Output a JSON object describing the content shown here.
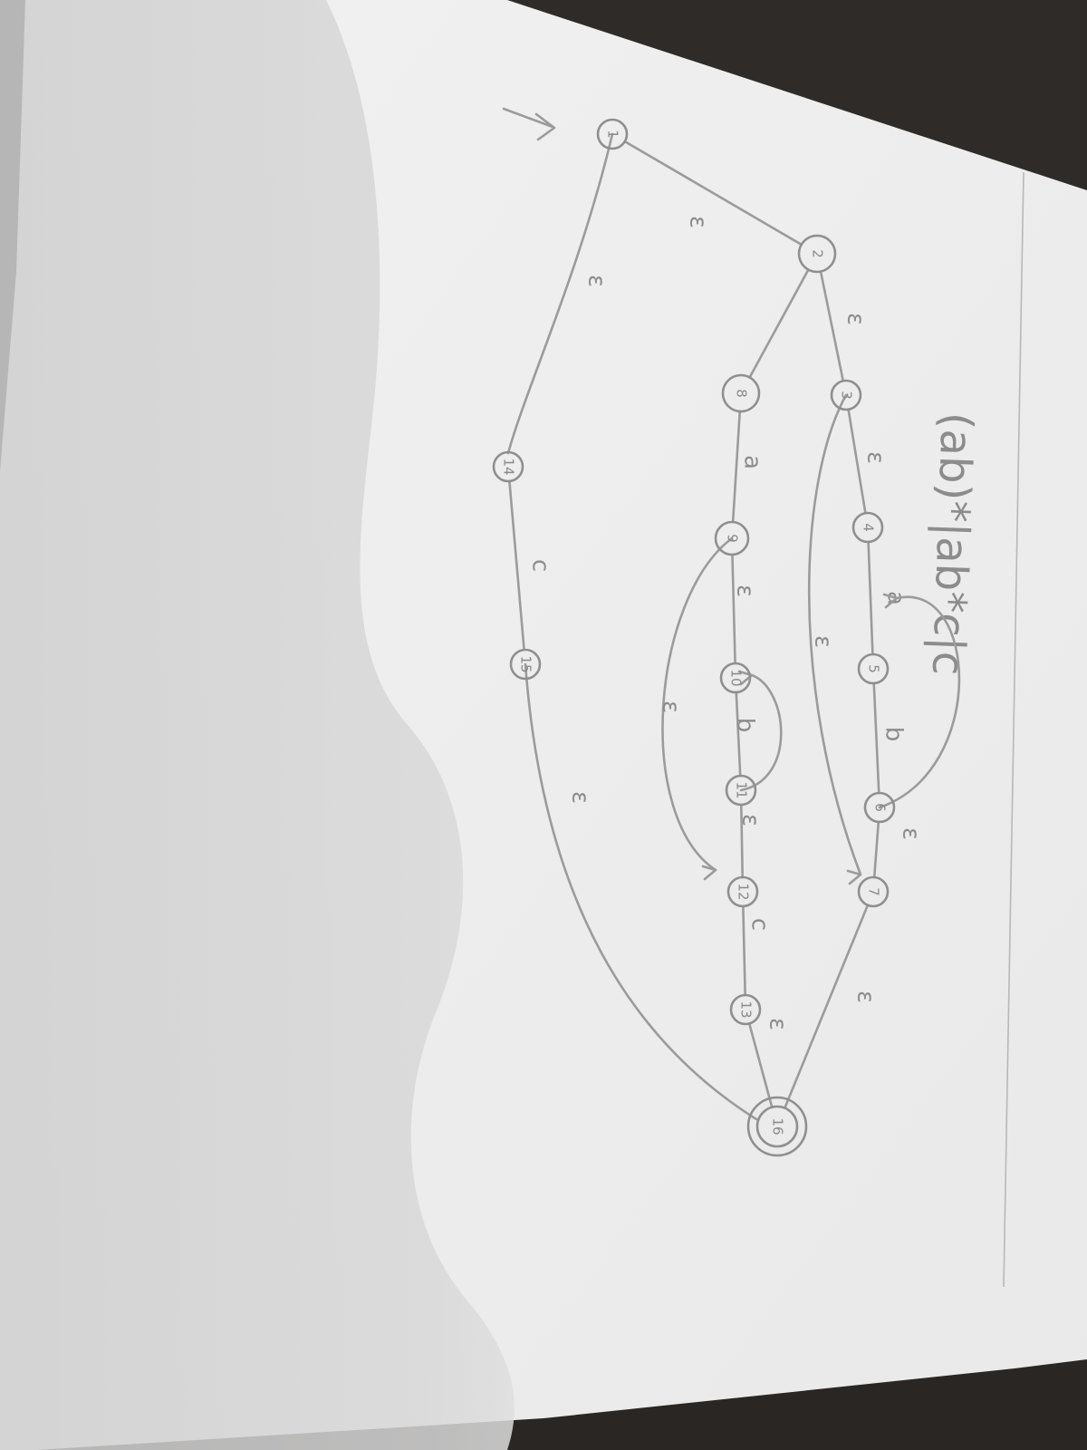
{
  "regex": "(ab)*|ab*c|c",
  "start_marker": ">",
  "states": [
    {
      "id": "1",
      "label": "1"
    },
    {
      "id": "2",
      "label": "2"
    },
    {
      "id": "3",
      "label": "3"
    },
    {
      "id": "4",
      "label": "4"
    },
    {
      "id": "5",
      "label": "5"
    },
    {
      "id": "6",
      "label": "6"
    },
    {
      "id": "7",
      "label": "7"
    },
    {
      "id": "8",
      "label": "8"
    },
    {
      "id": "9",
      "label": "9"
    },
    {
      "id": "10",
      "label": "10"
    },
    {
      "id": "11",
      "label": "11"
    },
    {
      "id": "12",
      "label": "12"
    },
    {
      "id": "13",
      "label": "13"
    },
    {
      "id": "14",
      "label": "14"
    },
    {
      "id": "15",
      "label": "15"
    },
    {
      "id": "16",
      "label": "16",
      "accepting": true
    }
  ],
  "edges": [
    {
      "from": "1",
      "to": "2",
      "label": "ε"
    },
    {
      "from": "1",
      "to": "14",
      "label": "ε"
    },
    {
      "from": "2",
      "to": "3",
      "label": "ε"
    },
    {
      "from": "2",
      "to": "8",
      "label": ""
    },
    {
      "from": "3",
      "to": "4",
      "label": "ε"
    },
    {
      "from": "4",
      "to": "5",
      "label": "a"
    },
    {
      "from": "5",
      "to": "6",
      "label": "b"
    },
    {
      "from": "6",
      "to": "7",
      "label": "ε"
    },
    {
      "from": "6",
      "to": "4",
      "label": ""
    },
    {
      "from": "3",
      "to": "7",
      "label": "ε"
    },
    {
      "from": "7",
      "to": "16",
      "label": "ε"
    },
    {
      "from": "8",
      "to": "9",
      "label": "a"
    },
    {
      "from": "9",
      "to": "10",
      "label": "ε"
    },
    {
      "from": "10",
      "to": "11",
      "label": "b"
    },
    {
      "from": "11",
      "to": "10",
      "label": ""
    },
    {
      "from": "9",
      "to": "12",
      "label": "ε"
    },
    {
      "from": "11",
      "to": "12",
      "label": "ε"
    },
    {
      "from": "12",
      "to": "13",
      "label": "c"
    },
    {
      "from": "13",
      "to": "16",
      "label": "ε"
    },
    {
      "from": "14",
      "to": "15",
      "label": "c"
    },
    {
      "from": "15",
      "to": "16",
      "label": "ε"
    }
  ]
}
